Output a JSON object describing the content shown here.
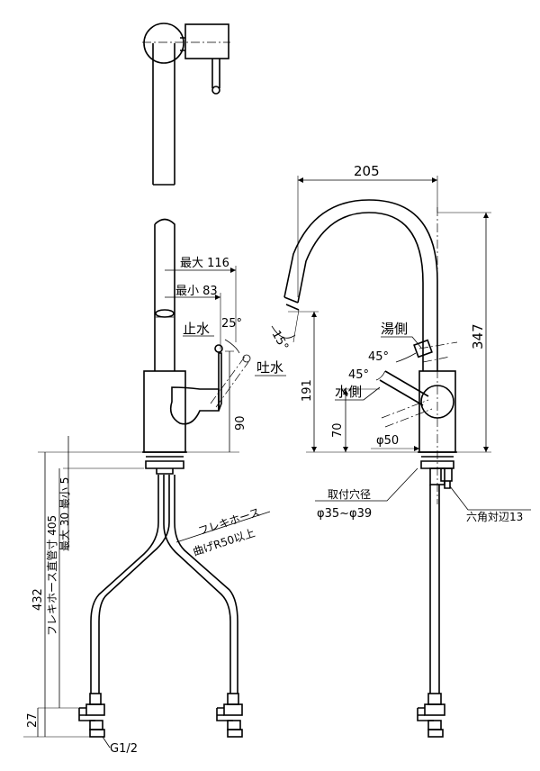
{
  "side_view": {
    "max_reach": "最大 116",
    "min_reach": "最小 83",
    "stop_water": "止水",
    "spout_water": "吐水",
    "angle_25": "25°",
    "height_90": "90",
    "hose_label": "フレキホース",
    "bend_label": "曲げR50以上",
    "max_30_min_5": "最大 30 最小 5",
    "hose_length": "フレキホース直管寸 405",
    "total_432": "432",
    "dim_27": "27",
    "thread": "G1/2"
  },
  "front_view": {
    "width_205": "205",
    "height_347": "347",
    "height_191": "191",
    "height_70": "70",
    "angle_15": "15°",
    "hot_side": "湯側",
    "cold_side": "水側",
    "angle_45_hot": "45°",
    "angle_45_cold": "45°",
    "dia_50": "φ50",
    "mount_hole_label": "取付穴径",
    "mount_hole_range": "φ35~φ39",
    "hex_label": "六角対辺13"
  }
}
